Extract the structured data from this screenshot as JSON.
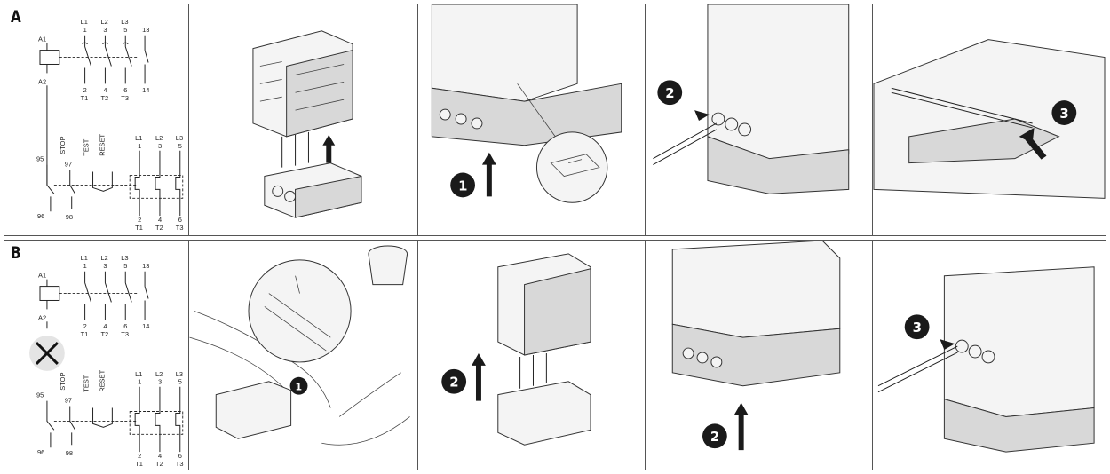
{
  "rows": [
    {
      "letter": "A"
    },
    {
      "letter": "B"
    }
  ],
  "schematic": {
    "top_terminals": [
      "L1",
      "L2",
      "L3"
    ],
    "top_numbers": [
      "1",
      "3",
      "5",
      "13"
    ],
    "coil_top": "A1",
    "coil_bottom": "A2",
    "bottom_numbers": [
      "2",
      "4",
      "6",
      "14"
    ],
    "bottom_terminals": [
      "T1",
      "T2",
      "T3"
    ],
    "relay_left": "95",
    "relay_left_bottom": "96",
    "relay_mid": "97",
    "relay_mid_bottom": "98",
    "stop": "STOP",
    "test": "TEST",
    "reset": "RESET",
    "relay_top_terminals": [
      "L1",
      "L2",
      "L3"
    ],
    "relay_top_numbers": [
      "1",
      "3",
      "5"
    ],
    "relay_bottom_numbers": [
      "2",
      "4",
      "6"
    ],
    "relay_bottom_terminals": [
      "T1",
      "T2",
      "T3"
    ]
  },
  "steps": {
    "a_step1": "1",
    "a_step2": "2",
    "a_step3": "3",
    "b_step1": "1",
    "b_step2a": "2",
    "b_step2b": "2",
    "b_step3": "3"
  }
}
